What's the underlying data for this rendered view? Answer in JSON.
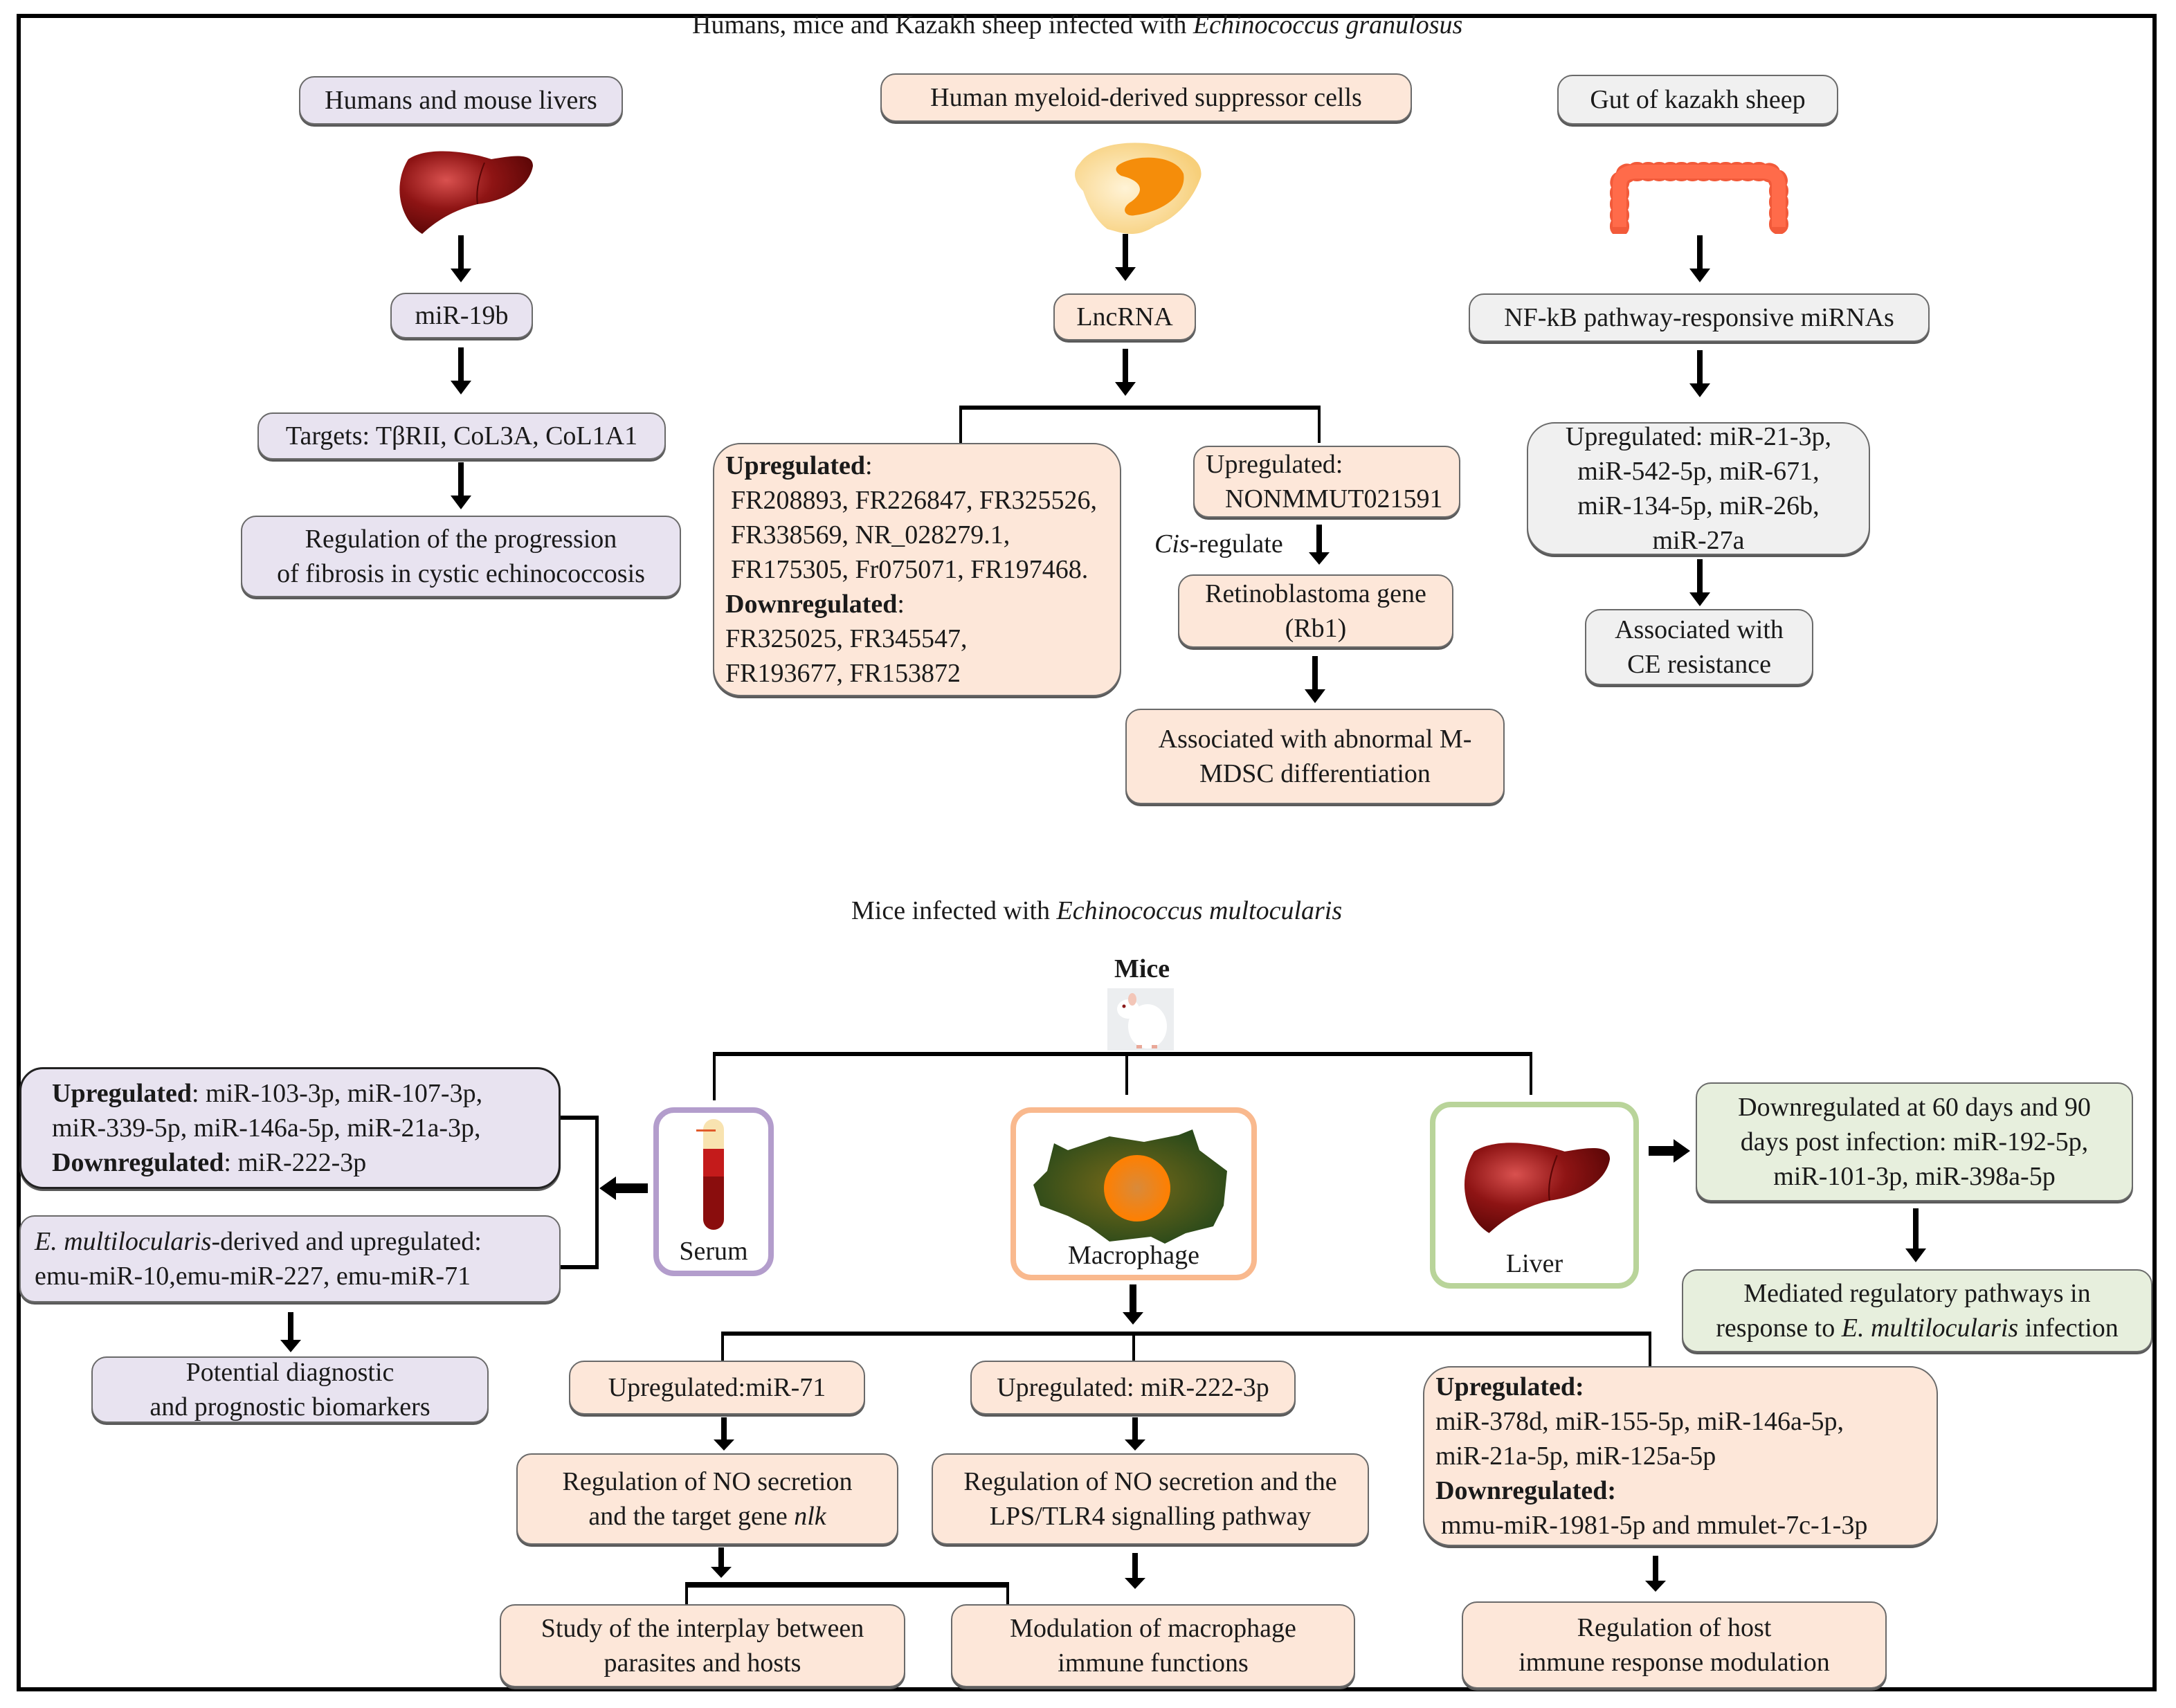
{
  "top_section": {
    "title_plain": "Humans, mice and Kazakh sheep infected with ",
    "title_italic": "Echinococcus granulosus",
    "left": {
      "header": "Humans and mouse livers",
      "icon": "liver-icon",
      "mirna": "miR-19b",
      "targets": "Targets: TβRII, CoL3A, CoL1A1",
      "outcome_line1": "Regulation of the progression",
      "outcome_line2": "of fibrosis in cystic echinococcosis"
    },
    "middle": {
      "header": "Human myeloid-derived suppressor cells",
      "icon": "myeloid-cell-icon",
      "rna": "LncRNA",
      "regulated_box": {
        "up_label": "Upregulated",
        "up_lines": [
          "FR208893, FR226847,  FR325526,",
          "FR338569, NR_028279.1,",
          "FR175305,  Fr075071, FR197468."
        ],
        "down_label": "Downregulated",
        "down_lines": [
          "FR325025, FR345547,",
          "FR193677, FR153872"
        ]
      },
      "nonmmut_box": {
        "line1": "Upregulated:",
        "line2": "NONMMUT021591"
      },
      "cis_label_italic": "Cis",
      "cis_label_rest": "-regulate",
      "rb1_line1": "Retinoblastoma gene",
      "rb1_line2": "(Rb1)",
      "outcome_line1": "Associated with abnormal M-",
      "outcome_line2": "MDSC differentiation"
    },
    "right": {
      "header": "Gut of kazakh sheep",
      "icon": "intestine-icon",
      "mirna": "NF-kB pathway-responsive miRNAs",
      "up_lines": [
        "Upregulated: miR-21-3p,",
        "miR-542-5p, miR-671,",
        "miR-134-5p, miR-26b,",
        "miR-27a"
      ],
      "outcome_line1": "Associated with",
      "outcome_line2": "CE resistance"
    }
  },
  "bottom_section": {
    "title_plain": "Mice  infected with ",
    "title_italic": "Echinococcus multocularis",
    "mice_label": "Mice",
    "mice_icon": "mouse-icon",
    "serum": {
      "label": "Serum",
      "icon": "blood-tube-icon",
      "box1": {
        "up_label": "Upregulated",
        "up_text": ": miR-103-3p, miR-107-3p,",
        "line2": "miR-339-5p, miR-146a-5p, miR-21a-3p,",
        "down_label": "Downregulated",
        "down_text": ": miR-222-3p"
      },
      "box2": {
        "italic": "E. multilocularis",
        "rest": "-derived and upregulated:",
        "line2": "emu-miR-10,emu-miR-227, emu-miR-71"
      },
      "outcome_line1": "Potential diagnostic",
      "outcome_line2": "and prognostic biomarkers"
    },
    "macrophage": {
      "label": "Macrophage",
      "icon": "macrophage-icon",
      "branch1": {
        "mirna": "Upregulated:miR-71",
        "effect_line1": "Regulation of NO secretion",
        "effect_line2_plain": "and the  target gene ",
        "effect_line2_italic": "nlk",
        "outcome_line1": "Study of the interplay between",
        "outcome_line2": "parasites and hosts"
      },
      "branch2": {
        "mirna": "Upregulated: miR-222-3p",
        "effect_line1": "Regulation of NO secretion and the",
        "effect_line2": "LPS/TLR4 signalling pathway",
        "outcome_line1": "Modulation of  macrophage",
        "outcome_line2": "immune functions"
      },
      "branch3": {
        "up_label": "Upregulated",
        "up_lines": [
          "miR-378d, miR-155-5p, miR-146a-5p,",
          "miR-21a-5p, miR-125a-5p"
        ],
        "down_label": "Downregulated",
        "down_line": "mmu-miR-1981-5p and mmulet-7c-1-3p",
        "outcome_line1": "Regulation of host",
        "outcome_line2": "immune response modulation"
      }
    },
    "liver": {
      "label": "Liver",
      "icon": "liver-icon",
      "box_lines": [
        "Downregulated at 60 days and 90",
        "days post infection: miR-192-5p,",
        "miR-101-3p, miR-398a-5p"
      ],
      "outcome_line1": "Mediated regulatory pathways in",
      "outcome_line2_plain1": "response to ",
      "outcome_line2_italic": "E. multilocularis",
      "outcome_line2_plain2": " infection"
    }
  },
  "colors": {
    "lavender": "#e8e3f0",
    "peach": "#fde7d9",
    "gray": "#f0f0f0",
    "green": "#e7efdd",
    "serum_border": "#b39dcc",
    "macrophage_border": "#f9b98e",
    "liver_border": "#b9d49a"
  }
}
